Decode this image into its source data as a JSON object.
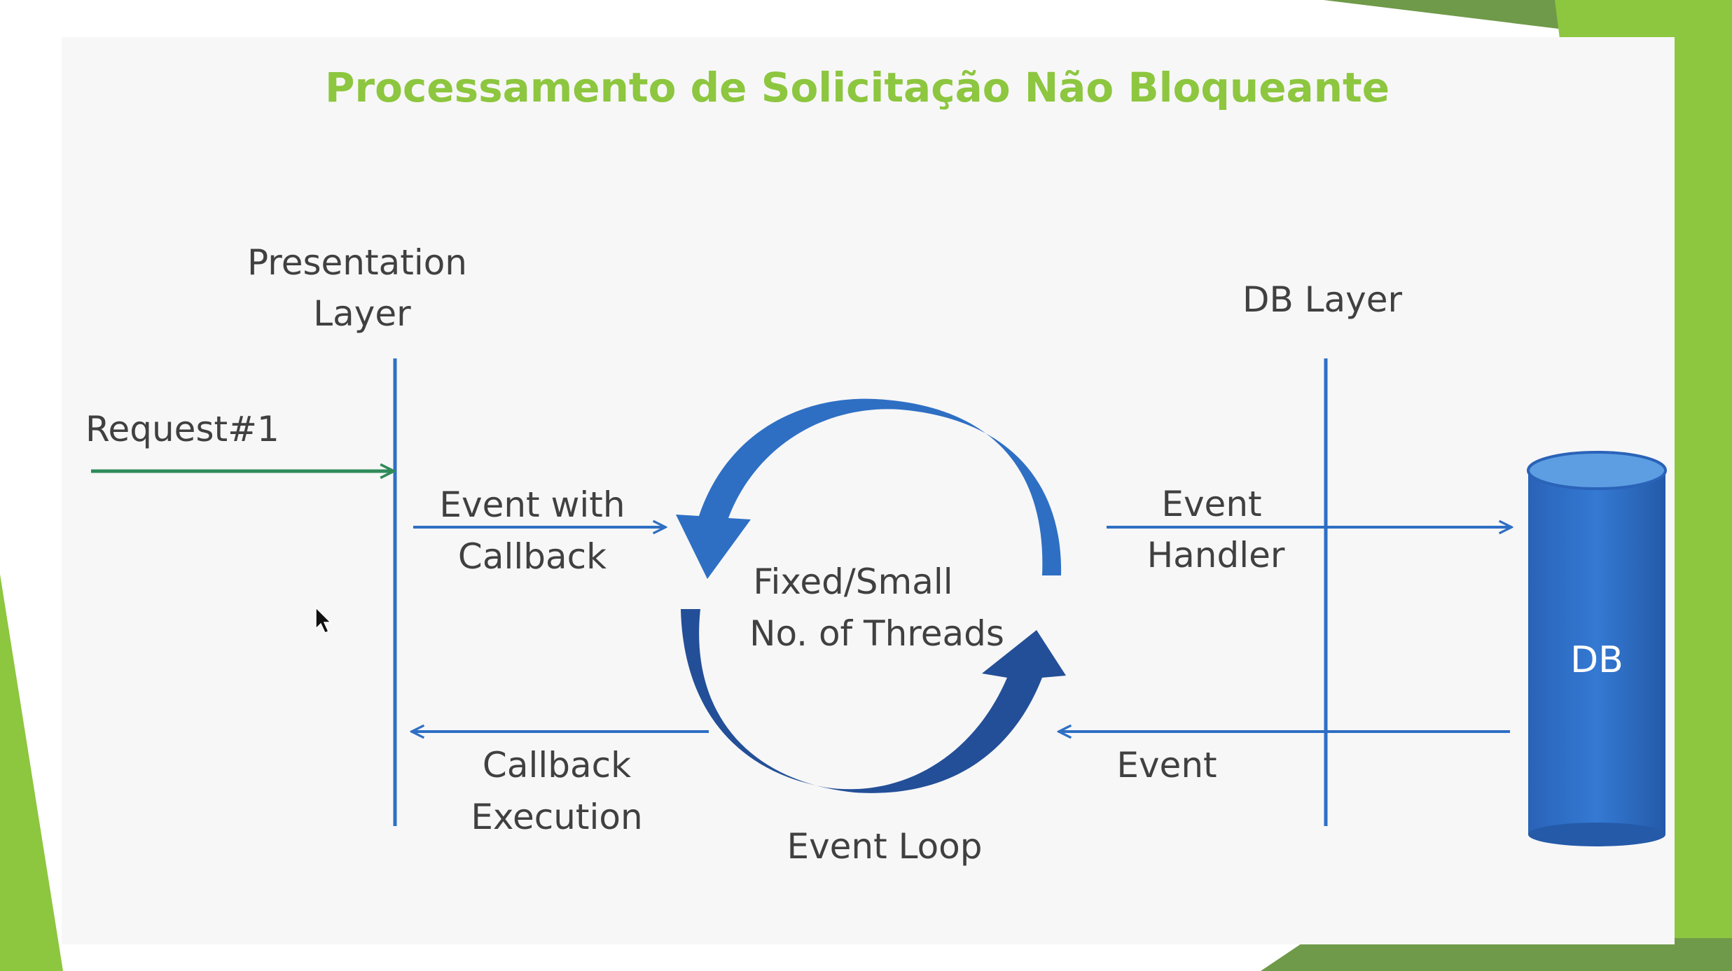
{
  "slide": {
    "title": "Processamento de Solicitação Não Bloqueante",
    "title_color": "#8dc63f",
    "accent_color": "#8dc63f",
    "diagram_blue": "#2e6fc4",
    "request_arrow_color": "#2f8a5a"
  },
  "diagram": {
    "presentation_layer": [
      "Presentation",
      "Layer"
    ],
    "db_layer": "DB Layer",
    "request": "Request#1",
    "event_with_callback": [
      "Event with",
      "Callback"
    ],
    "event_handler": [
      "Event",
      "Handler"
    ],
    "loop_center": [
      "Fixed/Small",
      "No. of Threads"
    ],
    "callback_execution": [
      "Callback",
      "Execution"
    ],
    "event_return": "Event",
    "event_loop": "Event Loop",
    "db_label": "DB"
  },
  "cursor": {
    "icon": "mouse-pointer-icon"
  }
}
